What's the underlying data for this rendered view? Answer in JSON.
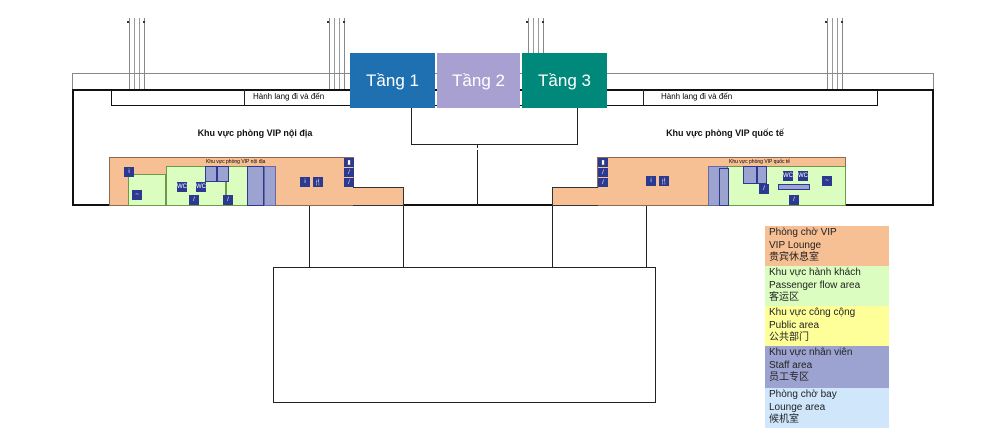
{
  "floors": [
    {
      "label": "Tầng 1",
      "color": "#1f70b0"
    },
    {
      "label": "Tầng 2",
      "color": "#a9a0d2"
    },
    {
      "label": "Tầng 3",
      "color": "#00897b"
    }
  ],
  "corridor": {
    "left_label": "Hành lang đi và đến",
    "right_label": "Hành lang đi và đến"
  },
  "areas": {
    "domestic_title": "Khu vực phòng VIP nội địa",
    "domestic_map_label": "Khu vực phòng VIP nội địa",
    "international_title": "Khu vực phòng VIP quốc tế",
    "international_map_label": "Khu vực phòng VIP quốc tế"
  },
  "icons": {
    "wc": "WC",
    "restaurant": "🍴",
    "elevator": "elevator-icon",
    "escalator": "escalator-icon",
    "stairs": "stairs-icon",
    "info": "info-icon",
    "smoking": "smoking-icon"
  },
  "legend": [
    {
      "vi": "Phòng chờ VIP",
      "en": "VIP Lounge",
      "zh": "贵宾休息室",
      "color": "#f7bf94"
    },
    {
      "vi": "Khu vực hành khách",
      "en": "Passenger flow area",
      "zh": "客运区",
      "color": "#dcfdc0"
    },
    {
      "vi": "Khu vực công cộng",
      "en": "Public area",
      "zh": "公共部门",
      "color": "#ffff99"
    },
    {
      "vi": "Khu vực nhân viên",
      "en": "Staff area",
      "zh": "员工专区",
      "color": "#9da3d0"
    },
    {
      "vi": "Phòng chờ bay",
      "en": "Lounge area",
      "zh": "候机室",
      "color": "#cfe6fb"
    }
  ]
}
